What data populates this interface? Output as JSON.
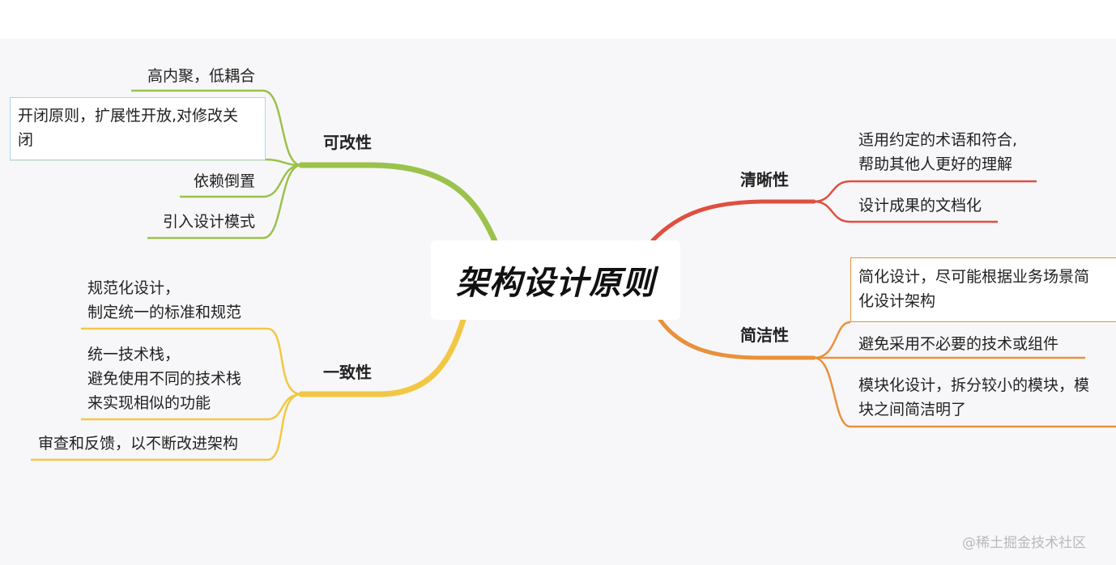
{
  "central_topic": "架构设计原则",
  "branches": {
    "modifiability": {
      "label": "可改性",
      "items": [
        "高内聚，低耦合",
        "开闭原则，扩展性开放,对修改关\n闭",
        "依赖倒置",
        "引入设计模式"
      ]
    },
    "consistency": {
      "label": "一致性",
      "items": [
        "规范化设计，\n制定统一的标准和规范",
        "统一技术栈，\n避免使用不同的技术栈\n来实现相似的功能",
        "审查和反馈，以不断改进架构"
      ]
    },
    "clarity": {
      "label": "清晰性",
      "items": [
        "适用约定的术语和符合,\n帮助其他人更好的理解",
        "设计成果的文档化"
      ]
    },
    "simplicity": {
      "label": "简洁性",
      "items": [
        "简化设计，尽可能根据业务场景简\n化设计架构",
        "避免采用不必要的技术或组件",
        "模块化设计，拆分较小的模块，模\n块之间简洁明了"
      ]
    }
  },
  "colors": {
    "modifiability": "#9bc24b",
    "consistency": "#f2c744",
    "clarity": "#df4f3f",
    "simplicity": "#e9913a",
    "selected_outline": "#a9d4f0"
  },
  "watermark": "@稀土掘金技术社区"
}
